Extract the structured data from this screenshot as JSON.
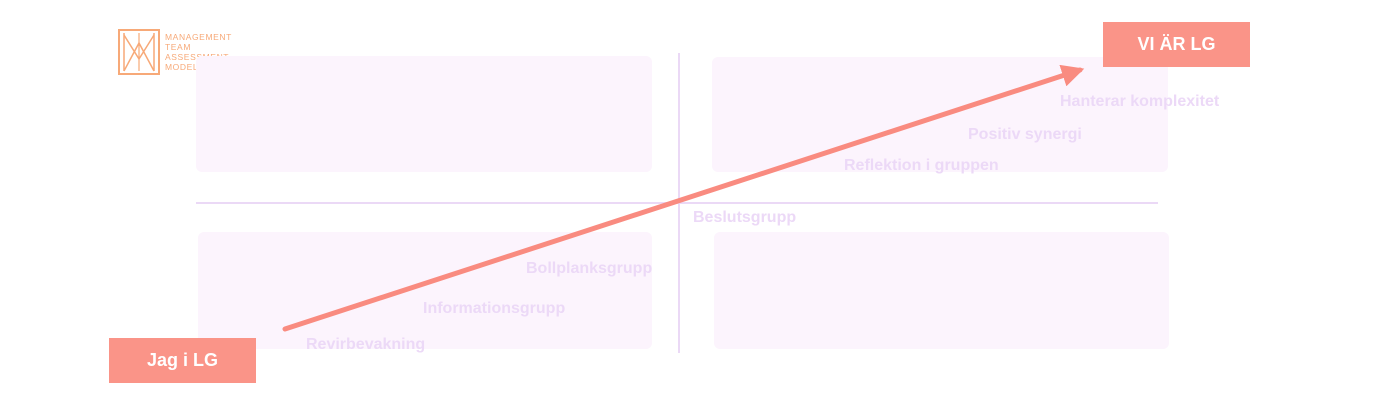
{
  "logo": {
    "lines": [
      "MANAGEMENT",
      "TEAM",
      "ASSESSMENT",
      "MODEL"
    ],
    "color": "#f7a978"
  },
  "stages": [
    "Hanterar komplexitet",
    "Positiv synergi",
    "Reflektion i gruppen",
    "Beslutsgrupp",
    "Bollplanksgrupp",
    "Informationsgrupp",
    "Revirbevakning"
  ],
  "tags": {
    "top": "VI ÄR LG",
    "bottom": "Jag i LG"
  },
  "colors": {
    "arrow": "#f98b80",
    "tag": "#fa9488",
    "quadrant": "#fcf4fd",
    "axis": "#ebd9f6",
    "stage_text": "#ecd9f7"
  },
  "icons": {
    "logo": "mtam-logo-icon",
    "arrow": "arrow-up-right-icon"
  }
}
